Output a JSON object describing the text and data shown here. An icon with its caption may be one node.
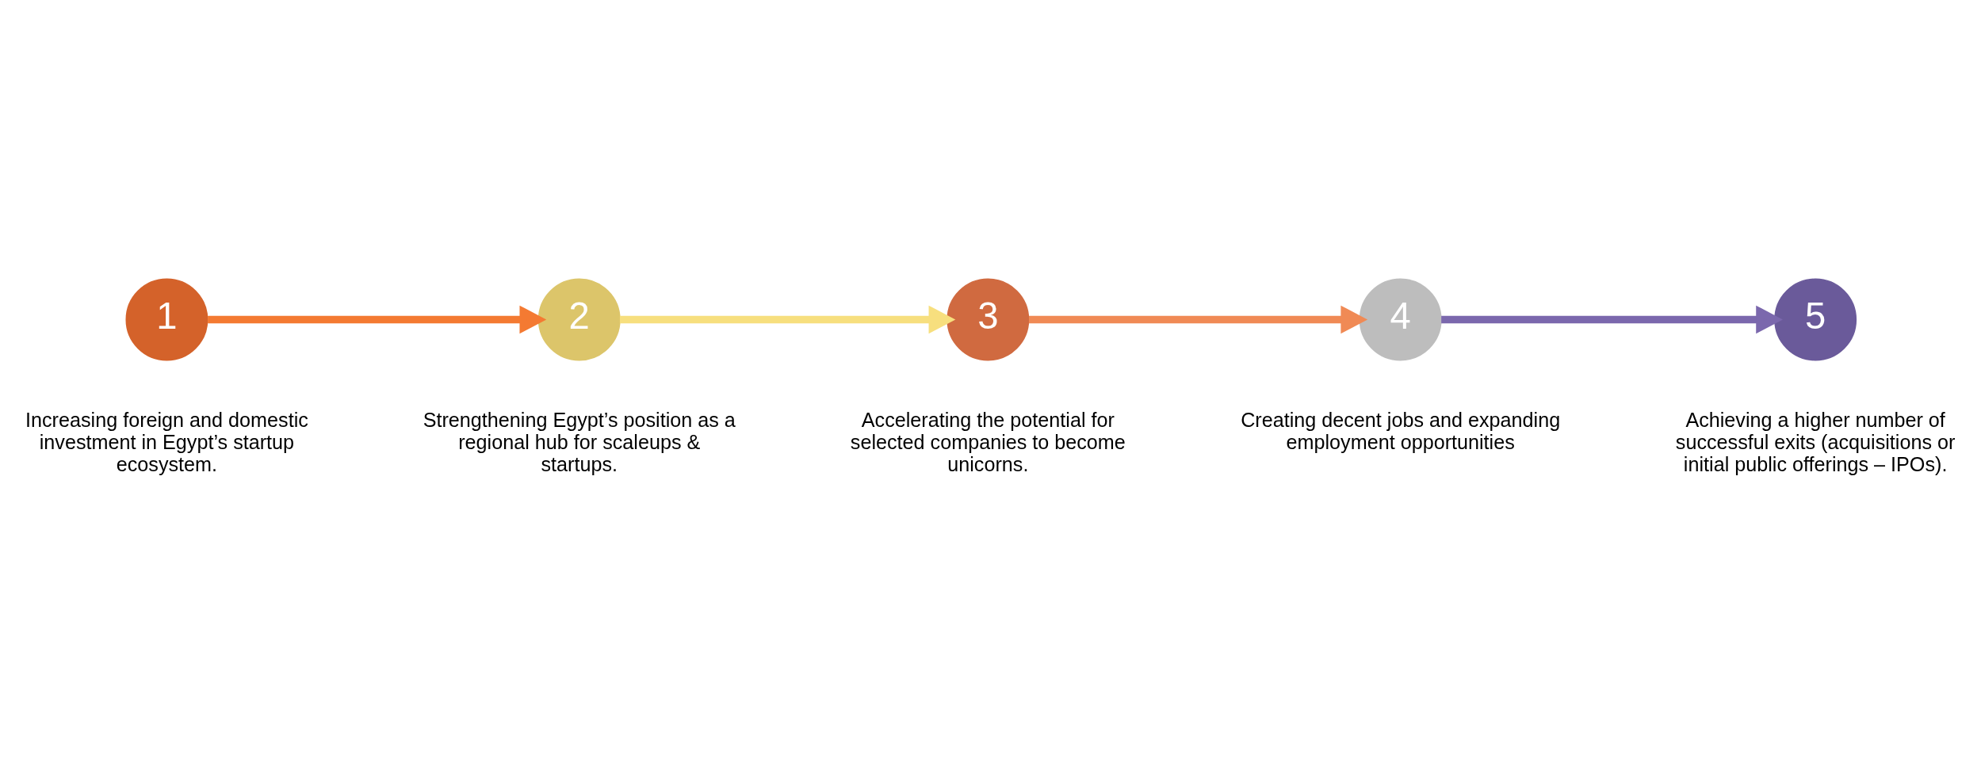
{
  "diagram": {
    "nodes": [
      {
        "text": [
          "1"
        ],
        "beside": [
          "Increasing foreign and domestic investment in Egypt’s startup ecosystem."
        ]
      },
      {
        "text": [
          "2"
        ],
        "beside": [
          "Strengthening Egypt’s position as a regional hub for scaleups & startups."
        ]
      },
      {
        "text": [
          "3"
        ],
        "beside": [
          "Accelerating the potential for selected companies to become unicorns."
        ]
      },
      {
        "text": [
          "4"
        ],
        "beside": [
          "Creating decent jobs and expanding employment opportunities"
        ]
      },
      {
        "text": [
          "5"
        ],
        "beside": [
          "Achieving a higher number of successful exits (acquisitions or initial public offerings – IPOs)."
        ]
      }
    ],
    "edges": [
      {
        "from": 0,
        "to": 1,
        "arrow": "to",
        "color": "#f47a32"
      },
      {
        "from": 1,
        "to": 2,
        "arrow": "to",
        "color": "#f7df7e"
      },
      {
        "from": 2,
        "to": 3,
        "arrow": "to",
        "color": "#f08a55"
      },
      {
        "from": 3,
        "to": 4,
        "arrow": "to",
        "color": "#7b68ad"
      }
    ]
  }
}
